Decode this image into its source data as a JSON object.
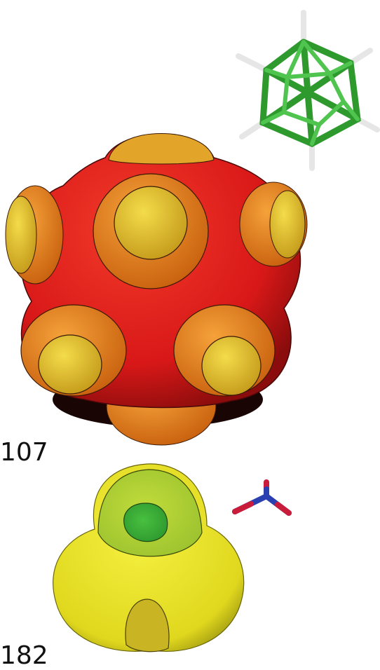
{
  "panels": [
    {
      "id": "closo-borane",
      "label": "107",
      "surface_colors": {
        "core": "#e31b1b",
        "ring": "#ef8a1a",
        "cap": "#e6c22a",
        "center": "#f2d21f",
        "edge": "#2a0a05"
      },
      "molecule_colors": {
        "bond": "#3cb43c",
        "bond_dark": "#1f7f1f",
        "hydrogen": "#e8e8e8"
      }
    },
    {
      "id": "nitrate",
      "label": "182",
      "surface_colors": {
        "base": "#e8e020",
        "mid": "#bfd22a",
        "inner": "#8cc83c",
        "core": "#3fb43a",
        "shadow": "#a9a01a"
      },
      "molecule_colors": {
        "nitrogen": "#2a3fb0",
        "oxygen": "#d2203a"
      }
    }
  ]
}
